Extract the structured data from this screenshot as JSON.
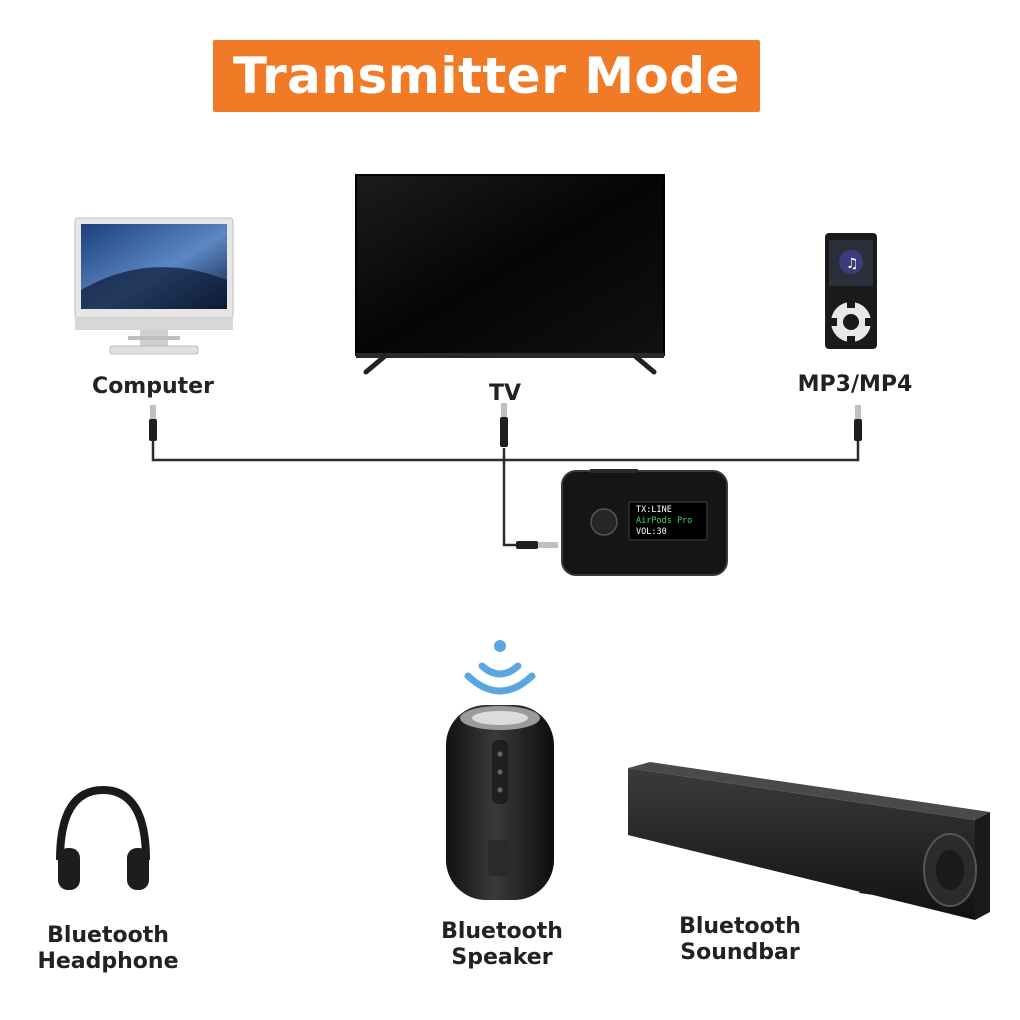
{
  "title": "Transmitter Mode",
  "sources": {
    "computer": "Computer",
    "tv": "TV",
    "mp3": "MP3/MP4"
  },
  "transmitter": {
    "screen_line1": "TX:LINE",
    "screen_line2": "AirPods Pro",
    "screen_line3": "VOL:30"
  },
  "receivers": {
    "headphone_line1": "Bluetooth",
    "headphone_line2": "Headphone",
    "speaker_line1": "Bluetooth",
    "speaker_line2": "Speaker",
    "soundbar_line1": "Bluetooth",
    "soundbar_line2": "Soundbar"
  },
  "colors": {
    "accent": "#f07a25",
    "wireless_signal": "#5aa6e0",
    "screen_green": "#3fd65a"
  }
}
